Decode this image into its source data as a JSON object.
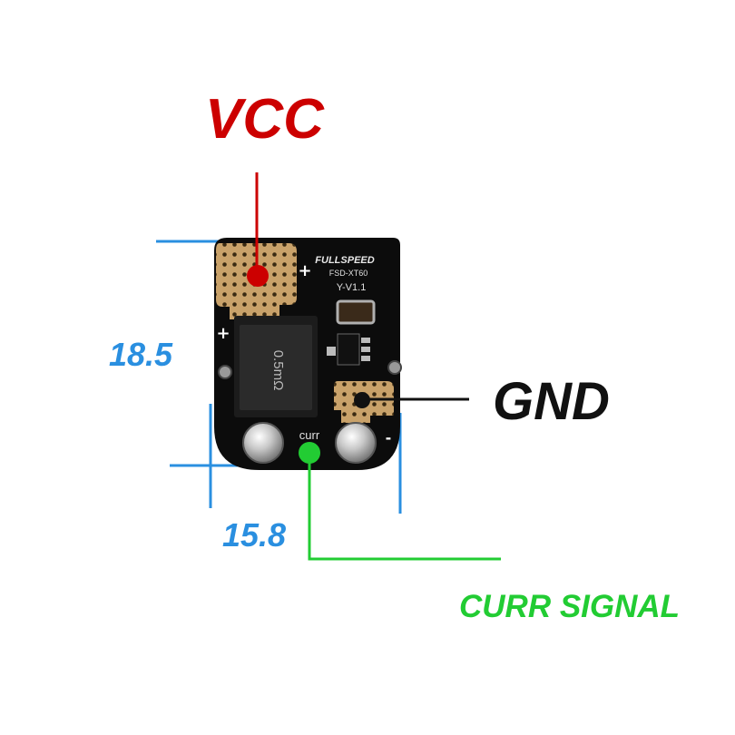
{
  "labels": {
    "vcc": "VCC",
    "gnd": "GND",
    "curr_signal": "CURR SIGNAL"
  },
  "dimensions": {
    "height": "18.5",
    "width": "15.8"
  },
  "silkscreen": {
    "brand": "FULLSPEED",
    "model": "FSD-XT60",
    "version": "Y-V1.1",
    "shunt_marking": "0.5mΩ",
    "curr": "curr",
    "plus_top": "+",
    "plus_left": "+",
    "minus": "-"
  },
  "colors": {
    "vcc": "#cc0000",
    "gnd": "#111111",
    "curr_signal": "#22cc33",
    "dimension": "#2a8fe0",
    "board": "#0c0c0c",
    "pad": "#c9a26a"
  }
}
